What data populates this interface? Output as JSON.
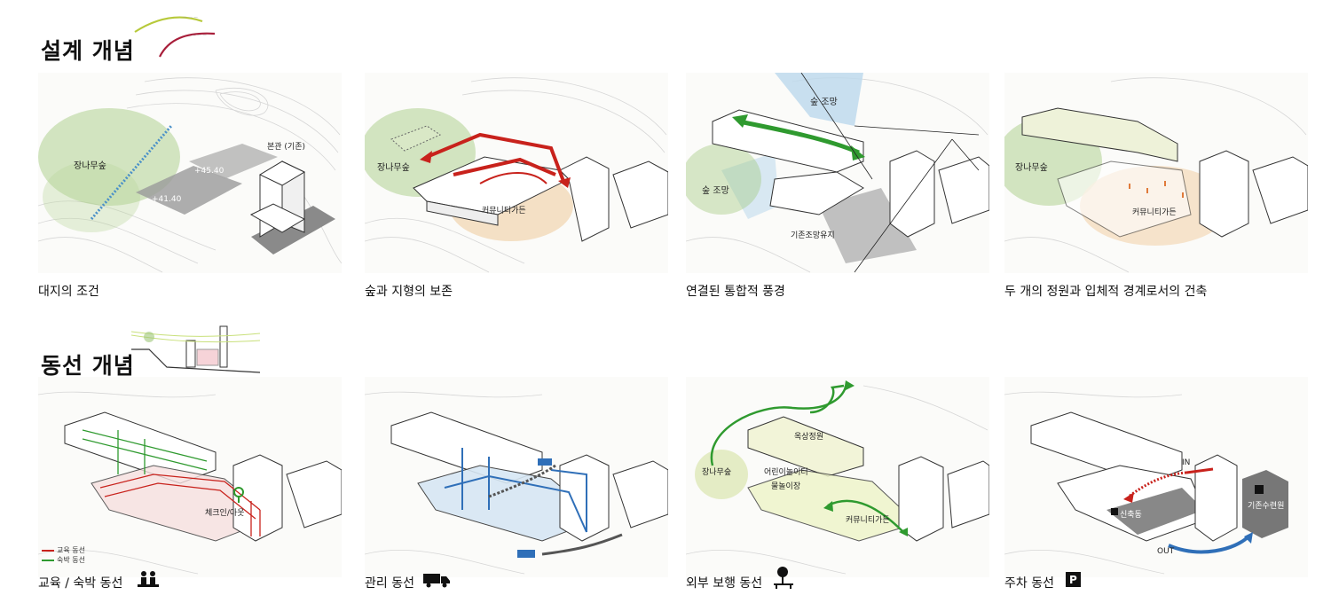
{
  "design_concept": {
    "title": "설계 개념",
    "panels": [
      {
        "caption": "대지의 조건",
        "labels": [
          "장나무숲",
          "본관 (기존)",
          "+45.40",
          "+41.40"
        ]
      },
      {
        "caption": "숲과 지형의 보존",
        "labels": [
          "장나무숲",
          "커뮤니티가든"
        ]
      },
      {
        "caption": "연결된 통합적 풍경",
        "labels": [
          "숲 조망",
          "숲 조망",
          "기존조망유지"
        ]
      },
      {
        "caption": "두 개의 정원과 입체적 경계로서의 건축",
        "labels": [
          "장나무숲",
          "커뮤니티가든"
        ]
      }
    ]
  },
  "circulation_concept": {
    "title": "동선 개념",
    "panels": [
      {
        "caption": "교육 / 숙박 동선",
        "labels": [
          "체크인/아웃"
        ],
        "legend": [
          "교육 동선",
          "숙박 동선"
        ]
      },
      {
        "caption": "관리 동선",
        "labels": []
      },
      {
        "caption": "외부 보행 동선",
        "labels": [
          "옥상정원",
          "장나무숲",
          "어린이놀이터",
          "물놀이장",
          "커뮤니티가든"
        ]
      },
      {
        "caption": "주차 동선",
        "labels": [
          "IN",
          "OUT",
          "신축동",
          "기존수련원"
        ]
      }
    ]
  },
  "colors": {
    "red": "#c8221c",
    "green": "#2f9a2f",
    "blue": "#2f6fb8",
    "forest": "#8fbf6a"
  }
}
